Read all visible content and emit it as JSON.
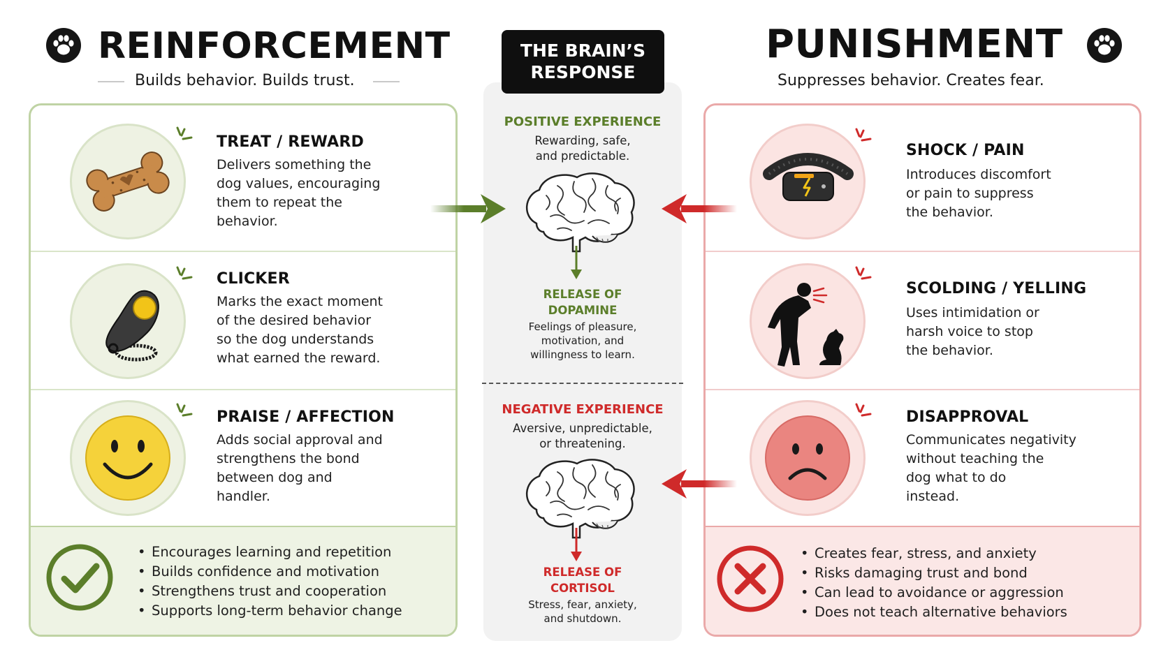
{
  "colors": {
    "reinforcement_green": "#5b7e2a",
    "punishment_red": "#cf2a2a",
    "center_bg": "#f2f2f2"
  },
  "reinforcement": {
    "title": "REINFORCEMENT",
    "subtitle": "Builds behavior. Builds trust.",
    "icon": "paw-icon",
    "items": [
      {
        "title": "TREAT / REWARD",
        "description": "Delivers something the\ndog values, encouraging\nthem to repeat the\nbehavior.",
        "icon": "dog-bone-icon"
      },
      {
        "title": "CLICKER",
        "description": "Marks the exact moment\nof the desired behavior\nso the dog understands\nwhat earned the reward.",
        "icon": "clicker-icon"
      },
      {
        "title": "PRAISE / AFFECTION",
        "description": "Adds social approval and\nstrengthens the bond\nbetween dog and\nhandler.",
        "icon": "smiley-face-icon"
      }
    ],
    "summary": {
      "icon": "checkmark-icon",
      "bullets": [
        "Encourages learning and repetition",
        "Builds confidence and motivation",
        "Strengthens trust and cooperation",
        "Supports long-term behavior change"
      ]
    }
  },
  "center": {
    "badge_line1": "THE BRAIN’S",
    "badge_line2": "RESPONSE",
    "positive": {
      "title": "POSITIVE EXPERIENCE",
      "desc_line1": "Rewarding, safe,",
      "desc_line2": "and predictable.",
      "release_line1": "RELEASE OF",
      "release_line2": "DOPAMINE",
      "effect_line1": "Feelings of pleasure,",
      "effect_line2": "motivation, and",
      "effect_line3": "willingness to learn."
    },
    "negative": {
      "title": "NEGATIVE EXPERIENCE",
      "desc_line1": "Aversive, unpredictable,",
      "desc_line2": "or threatening.",
      "release_line1": "RELEASE OF",
      "release_line2": "CORTISOL",
      "effect_line1": "Stress, fear, anxiety,",
      "effect_line2": "and shutdown."
    }
  },
  "punishment": {
    "title": "PUNISHMENT",
    "subtitle": "Suppresses behavior. Creates fear.",
    "icon": "paw-icon",
    "items": [
      {
        "title": "SHOCK / PAIN",
        "description": "Introduces discomfort\nor pain to suppress\nthe behavior.",
        "icon": "shock-collar-icon"
      },
      {
        "title": "SCOLDING / YELLING",
        "description": "Uses intimidation or\nharsh voice to stop\nthe behavior.",
        "icon": "person-yelling-at-dog-icon"
      },
      {
        "title": "DISAPPROVAL",
        "description": "Communicates negativity\nwithout teaching the\ndog what to do\ninstead.",
        "icon": "sad-face-icon"
      }
    ],
    "summary": {
      "icon": "x-mark-icon",
      "bullets": [
        "Creates fear, stress, and anxiety",
        "Risks damaging trust and bond",
        "Can lead to avoidance or aggression",
        "Does not teach alternative behaviors"
      ]
    }
  }
}
